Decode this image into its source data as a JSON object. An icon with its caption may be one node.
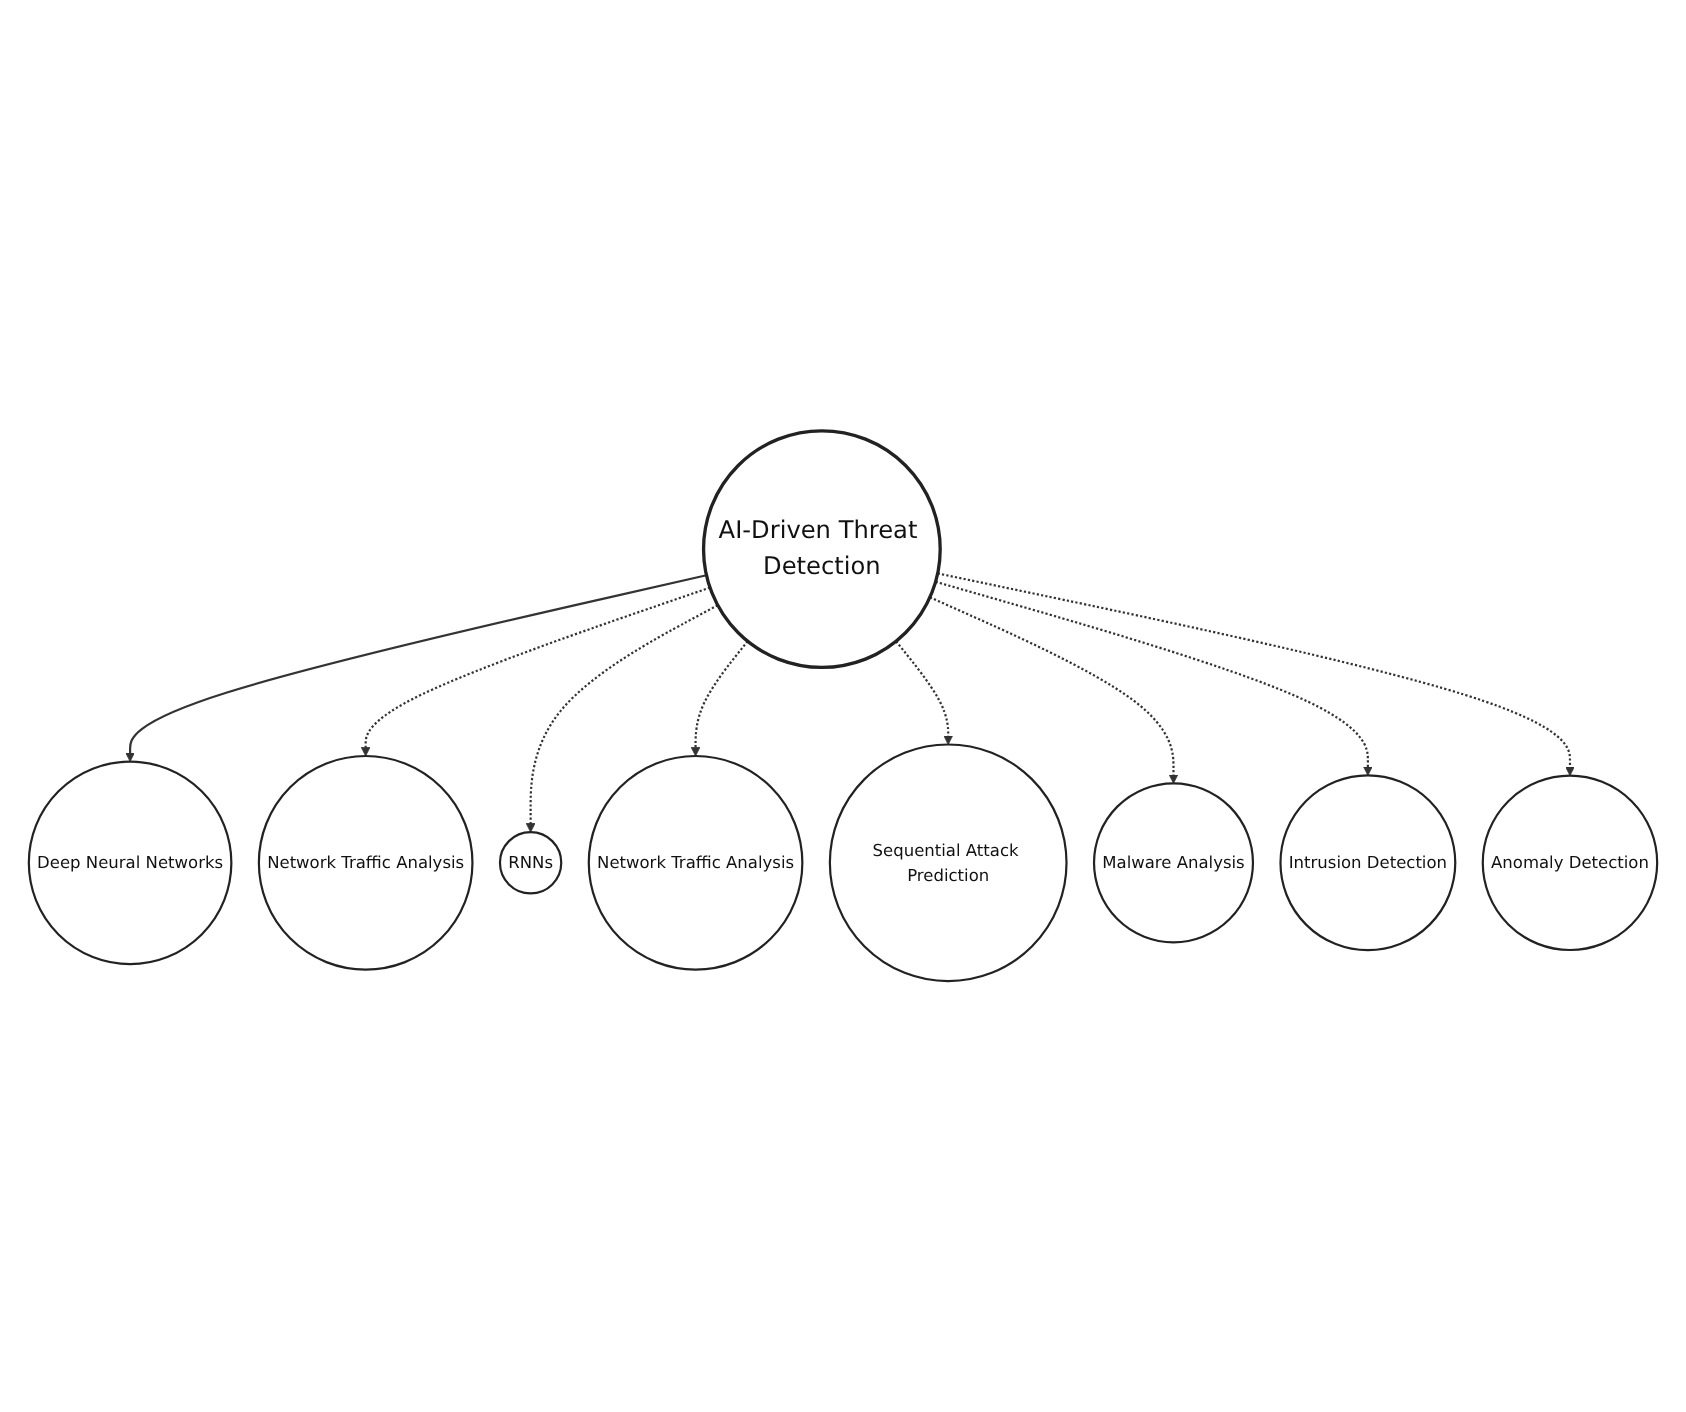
{
  "diagram": {
    "nodes": [
      {
        "text": [
          "Deep Neural Networks"
        ]
      },
      {
        "text": [
          "Network Traffic Analysis"
        ]
      },
      {
        "text": [
          "RNNs"
        ]
      },
      {
        "text": [
          "AI-Driven Threat Detection"
        ]
      },
      {
        "text": [
          "Network Traffic Analysis"
        ]
      },
      {
        "text": [
          "Sequential Attack Prediction"
        ]
      },
      {
        "text": [
          "Malware Analysis"
        ]
      },
      {
        "text": [
          "Intrusion Detection"
        ]
      },
      {
        "text": [
          "Anomaly Detection"
        ]
      }
    ],
    "edges": [
      {
        "from": 3,
        "to": 0,
        "arrow": "to"
      },
      {
        "from": 3,
        "to": 1,
        "arrow": "to",
        "style": "dashed"
      },
      {
        "from": 3,
        "to": 2,
        "arrow": "to",
        "style": "dashed"
      },
      {
        "from": 3,
        "to": 4,
        "arrow": "to",
        "style": "dashed"
      },
      {
        "from": 3,
        "to": 5,
        "arrow": "to",
        "style": "dashed"
      },
      {
        "from": 3,
        "to": 6,
        "arrow": "to",
        "style": "dashed"
      },
      {
        "from": 3,
        "to": 7,
        "arrow": "to",
        "style": "dashed"
      },
      {
        "from": 3,
        "to": 8,
        "arrow": "to",
        "style": "dashed"
      }
    ]
  }
}
